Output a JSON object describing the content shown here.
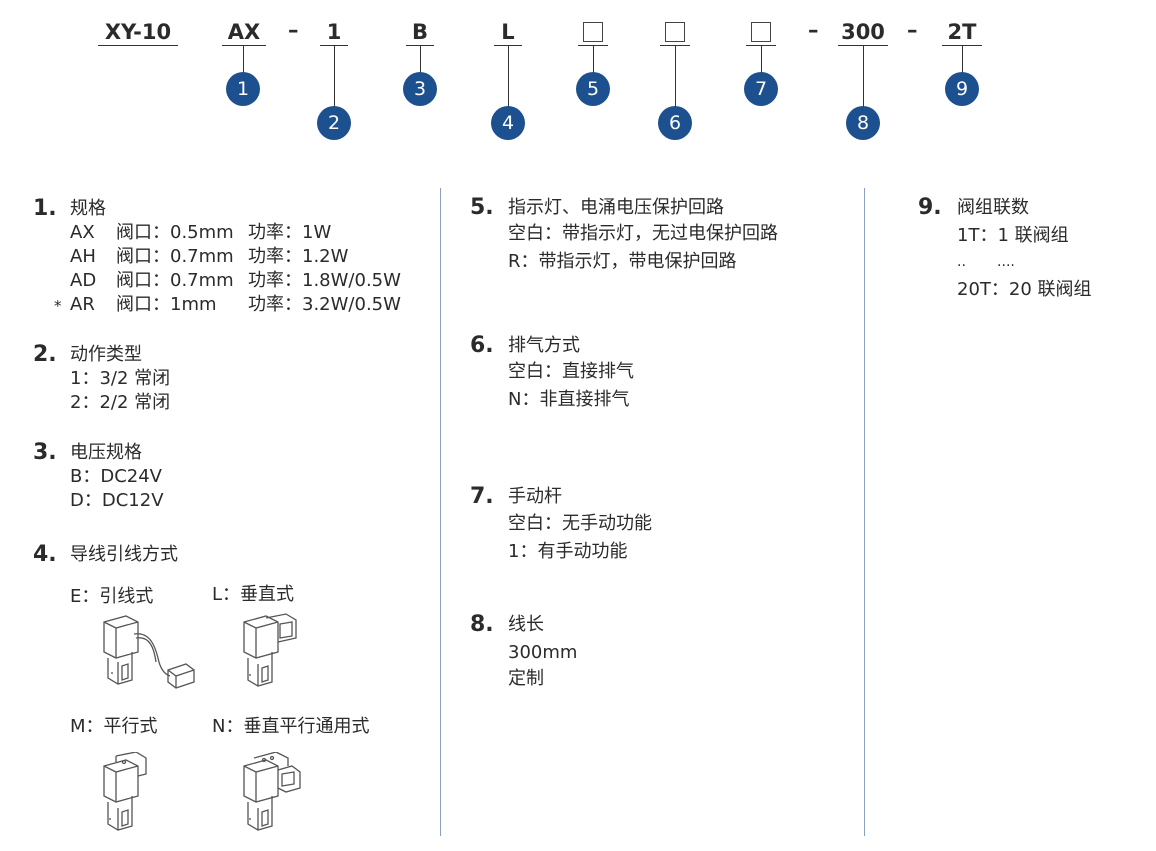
{
  "code": {
    "series": "XY-10",
    "size": "AX",
    "action": "1",
    "voltage": "B",
    "lead": "L",
    "length": "300",
    "stack": "2T",
    "dash": "–"
  },
  "callouts": [
    "1",
    "2",
    "3",
    "4",
    "5",
    "6",
    "7",
    "8",
    "9"
  ],
  "sections": {
    "s1": {
      "num": "1.",
      "title": "规格",
      "rows": [
        {
          "model": "AX",
          "port": "阀口：0.5mm",
          "power": "功率：1W"
        },
        {
          "model": "AH",
          "port": "阀口：0.7mm",
          "power": "功率：1.2W"
        },
        {
          "model": "AD",
          "port": "阀口：0.7mm",
          "power": "功率：1.8W/0.5W"
        },
        {
          "model": "AR",
          "port": "阀口：1mm",
          "power": "功率：3.2W/0.5W"
        }
      ],
      "star": "*"
    },
    "s2": {
      "num": "2.",
      "title": "动作类型",
      "lines": [
        "1：3/2 常闭",
        "2：2/2 常闭"
      ]
    },
    "s3": {
      "num": "3.",
      "title": "电压规格",
      "lines": [
        "B：DC24V",
        "D：DC12V"
      ]
    },
    "s4": {
      "num": "4.",
      "title": "导线引线方式",
      "options": [
        "E：引线式",
        "L：垂直式",
        "M：平行式",
        "N：垂直平行通用式"
      ]
    },
    "s5": {
      "num": "5.",
      "title": "指示灯、电涌电压保护回路",
      "lines": [
        "空白：带指示灯，无过电保护回路",
        "R：带指示灯，带电保护回路"
      ]
    },
    "s6": {
      "num": "6.",
      "title": "排气方式",
      "lines": [
        "空白：直接排气",
        "N：非直接排气"
      ]
    },
    "s7": {
      "num": "7.",
      "title": "手动杆",
      "lines": [
        "空白：无手动功能",
        "1：有手动功能"
      ]
    },
    "s8": {
      "num": "8.",
      "title": "线长",
      "lines": [
        "300mm",
        "定制"
      ]
    },
    "s9": {
      "num": "9.",
      "title": "阀组联数",
      "lines": [
        "1T：1 联阀组",
        "..       ....",
        "20T：20 联阀组"
      ]
    }
  },
  "colors": {
    "accent": "#1d508e",
    "divider": "#8aa2bf",
    "text": "#2b2b2b"
  }
}
